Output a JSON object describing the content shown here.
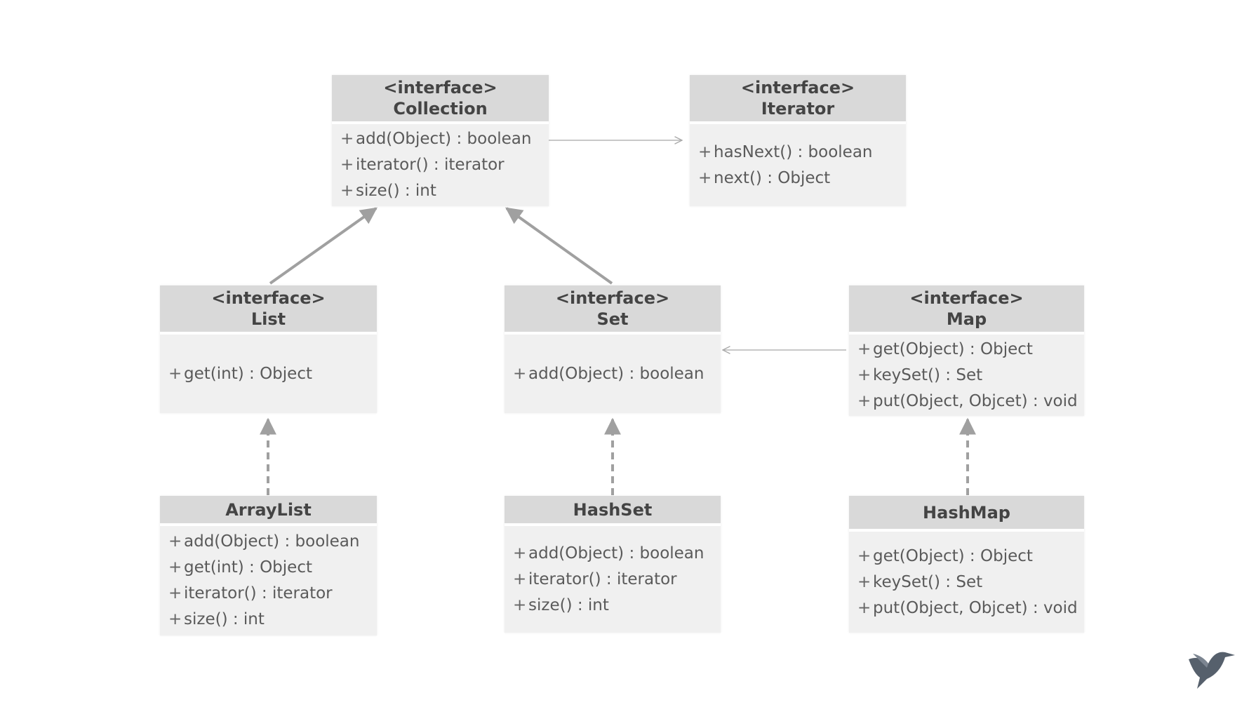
{
  "diagram": {
    "boxes": {
      "collection": {
        "stereotype": "<interface>",
        "name": "Collection",
        "members": [
          "add(Object)  : boolean",
          "iterator()  : iterator",
          "size()  : int"
        ]
      },
      "iterator": {
        "stereotype": "<interface>",
        "name": "Iterator",
        "members": [
          "hasNext()  : boolean",
          "next()  : Object"
        ]
      },
      "list": {
        "stereotype": "<interface>",
        "name": "List",
        "members": [
          "get(int)  : Object"
        ]
      },
      "set": {
        "stereotype": "<interface>",
        "name": "Set",
        "members": [
          "add(Object)  : boolean"
        ]
      },
      "map": {
        "stereotype": "<interface>",
        "name": "Map",
        "members": [
          "get(Object)  : Object",
          "keySet()  : Set",
          "put(Object,  Objcet)  : void"
        ]
      },
      "arraylist": {
        "name": "ArrayList",
        "members": [
          "add(Object)  : boolean",
          "get(int)  : Object",
          "iterator()  : iterator",
          "size()  : int"
        ]
      },
      "hashset": {
        "name": "HashSet",
        "members": [
          "add(Object)  : boolean",
          "iterator()  : iterator",
          "size()  : int"
        ]
      },
      "hashmap": {
        "name": "HashMap",
        "members": [
          "get(Object)  : Object",
          "keySet()  : Set",
          "put(Object,  Objcet)  : void"
        ]
      }
    },
    "member_prefix": "+",
    "colors": {
      "header_bg": "#d9d9d9",
      "body_bg": "#f0f0f0",
      "connector": "#a0a0a0",
      "text": "#555555"
    },
    "logo_icon": "hummingbird-icon"
  }
}
